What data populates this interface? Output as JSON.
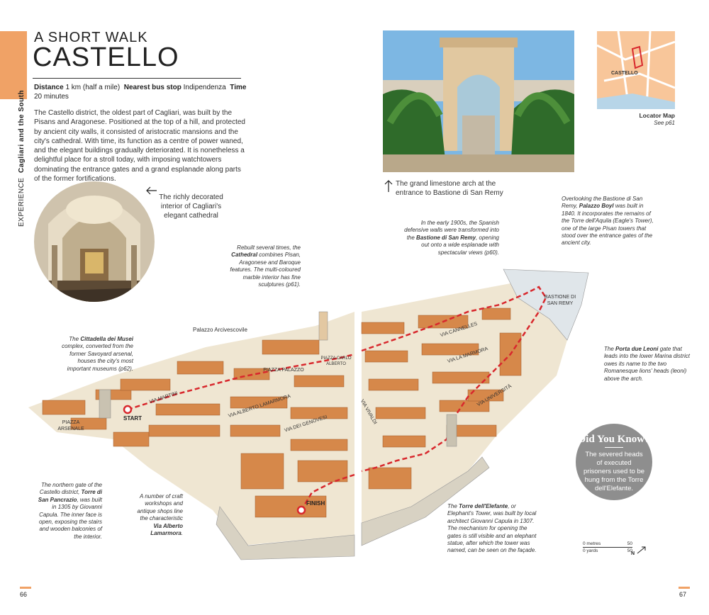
{
  "page": {
    "kicker": "A SHORT WALK",
    "title": "CASTELLO",
    "side_section": "EXPERIENCE",
    "side_region": "Cagliari and the South",
    "page_left": "66",
    "page_right": "67"
  },
  "meta": {
    "distance_label": "Distance",
    "distance_value": "1 km (half a mile)",
    "bus_label": "Nearest bus stop",
    "bus_value": "Indipendenza",
    "time_label": "Time",
    "time_value": "20 minutes"
  },
  "intro": "The Castello district, the oldest part of Cagliari, was built by the Pisans and Aragonese. Positioned at the top of a hill, and protected by ancient city walls, it consisted of aristocratic mansions and the city's cathedral. With time, its function as a centre of power waned, and the elegant buildings gradually deteriorated. It is nonetheless a delightful place for a stroll today, with imposing watchtowers dominating the entrance gates and a grand esplanade along parts of the former fortifications.",
  "photos": {
    "cathedral_caption": "The richly decorated interior of Cagliari's elegant cathedral",
    "arch_caption": "The grand limestone arch at the entrance to Bastione di San Remy"
  },
  "locator": {
    "label": "Locator Map",
    "ref": "See p61",
    "place": "CASTELLO"
  },
  "annotations": {
    "cathedral": {
      "pre": "Rebuilt several times, the ",
      "bold": "Cathedral",
      "post": " combines Pisan, Aragonese and Baroque features. The multi-coloured marble interior has fine sculptures (p61)."
    },
    "palazzo_arcivescovile": "Palazzo Arcivescovile",
    "cittadella": {
      "pre": "The ",
      "bold": "Cittadella dei Musei",
      "post": " complex, converted from the former Savoyard arsenal, houses the city's most important museums (p62)."
    },
    "bastione": {
      "pre": "In the early 1900s, the Spanish defensive walls were transformed into the ",
      "bold": "Bastione di San Remy",
      "post": ", opening out onto a wide esplanade with spectacular views (p60)."
    },
    "palazzo_boyl": {
      "pre": "Overlooking the Bastione di San Remy, ",
      "bold": "Palazzo Boyl",
      "post": " was built in 1840. It incorporates the remains of the Torre dell'Aquila (Eagle's Tower), one of the large Pisan towers that stood over the entrance gates of the ancient city."
    },
    "porta_leoni": {
      "pre": "The ",
      "bold": "Porta due Leoni",
      "post": " gate that leads into the lower Marina district owes its name to the two Romanesque lions' heads (leoni) above the arch."
    },
    "torre_pancrazio": {
      "pre": "The northern gate of the Castello district, ",
      "bold": "Torre di San Pancrazio",
      "post": ", was built in 1305 by Giovanni Capula. The inner face is open, exposing the stairs and wooden balconies of the interior."
    },
    "craft": {
      "pre": "A number of craft workshops and antique shops line the characteristic ",
      "bold": "Via Alberto Lamarmora",
      "post": "."
    },
    "torre_elefante": {
      "pre": "The ",
      "bold": "Torre dell'Elefante",
      "post": ", or Elephant's Tower, was built by local architect Giovanni Capula in 1307. The mechanism for opening the gates is still visible and an elephant statue, after which the tower was named, can be seen on the façade."
    }
  },
  "map_labels": {
    "start": "START",
    "finish": "FINISH",
    "piazza_arsenale": "PIAZZA ARSENALE",
    "via_martini": "VIA MARTINI",
    "piazza_palazzo": "PIAZZA PALAZZO",
    "piazza_carlo_alberto": "PIAZZA CARLO ALBERTO",
    "via_lamarmora": "VIA ALBERTO LAMARMORA",
    "via_genovesi": "VIA DEI GENOVESI",
    "via_vivaldi": "VIA VIVALDI",
    "via_cannelles": "VIA CANNELLES",
    "via_la_marmora": "VIA LA MARMORA",
    "via_universita": "VIA UNIVERSITÀ",
    "bastione": "BASTIONE DI SAN REMY"
  },
  "did_you_know": {
    "heading": "Did You Know?",
    "text": "The severed heads of executed prisoners used to be hung from the Torre dell'Elefante."
  },
  "scale": {
    "metres": "0 metres",
    "metres_val": "50",
    "yards": "0 yards",
    "yards_val": "50",
    "north": "N"
  },
  "colors": {
    "accent": "#f0a266",
    "route": "#d8282d",
    "dyk_bg": "#8e8e8e"
  }
}
